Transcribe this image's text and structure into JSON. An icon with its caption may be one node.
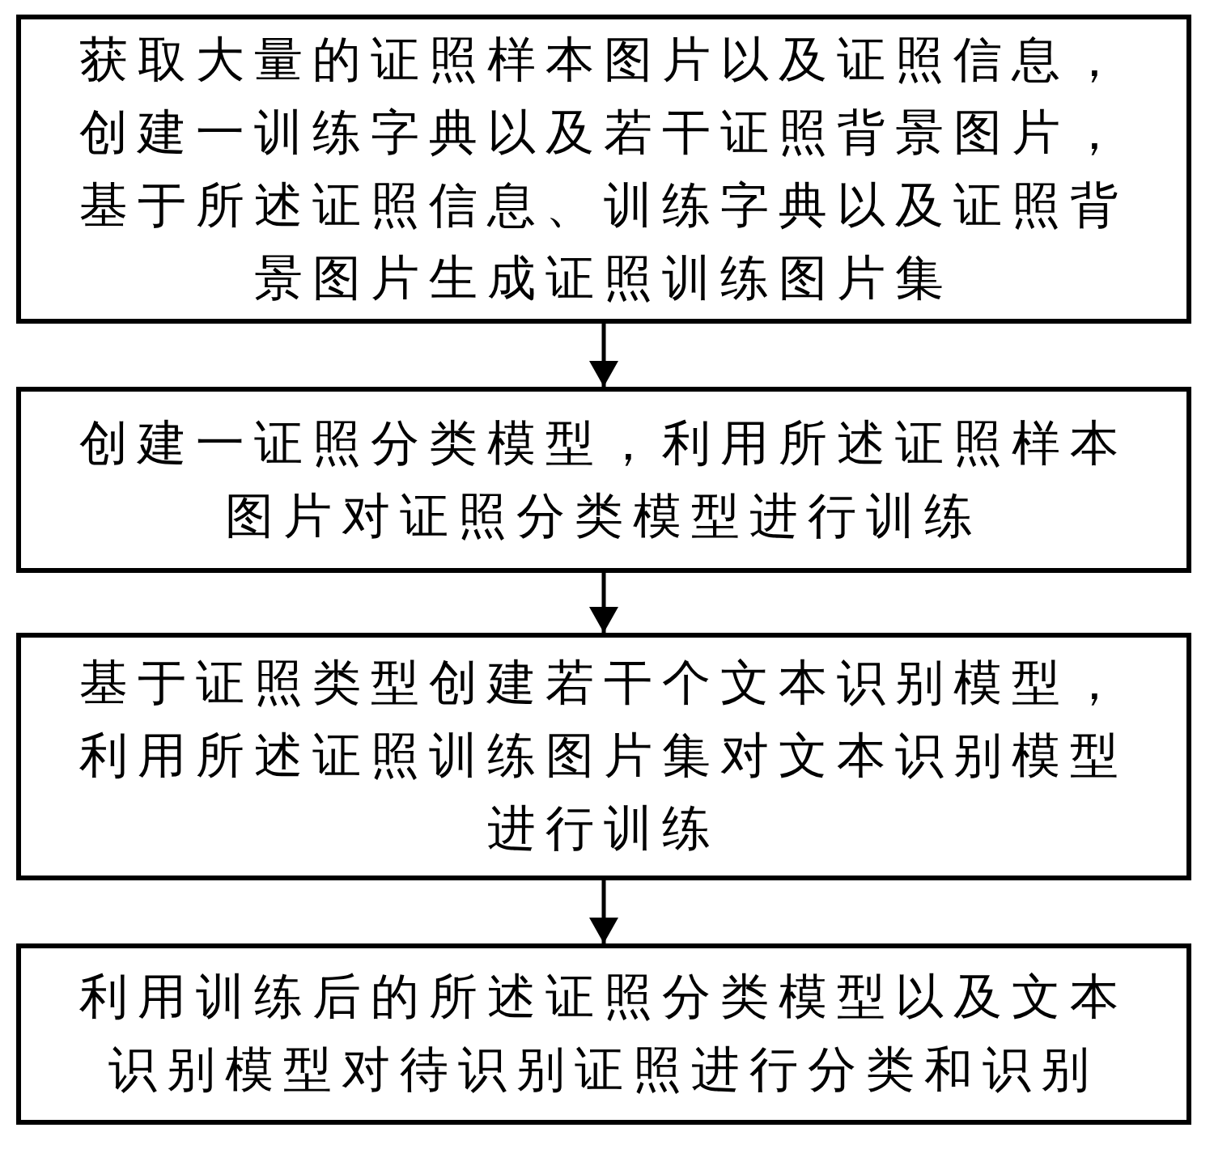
{
  "diagram": {
    "nodes": [
      {
        "text": [
          "获取大量的证照样本图片以及证照信息，创建一训练字典以及若干证照背景图片，基于所述证照信息、训练字典以及证照背景图片生成证照训练图片集"
        ]
      },
      {
        "text": [
          "创建一证照分类模型，利用所述证照样本图片对证照分类模型进行训练"
        ]
      },
      {
        "text": [
          "基于证照类型创建若干个文本识别模型，利用所述证照训练图片集对文本识别模型进行训练"
        ]
      },
      {
        "text": [
          "利用训练后的所述证照分类模型以及文本识别模型对待识别证照进行分类和识别"
        ]
      }
    ],
    "edges": [
      {
        "from": 0,
        "to": 1,
        "arrow": "to"
      },
      {
        "from": 1,
        "to": 2,
        "arrow": "to"
      },
      {
        "from": 2,
        "to": 3,
        "arrow": "to"
      }
    ]
  }
}
